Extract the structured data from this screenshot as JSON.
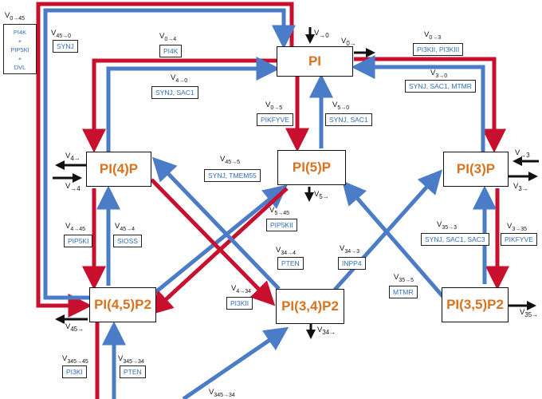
{
  "colors": {
    "red": "#c8102e",
    "blue": "#4a7cc7",
    "node_text": "#d9731f",
    "enzyme_text": "#2f6fb6"
  },
  "nodes": {
    "pi": "PI",
    "pi4p": "PI(4)P",
    "pi5p": "PI(5)P",
    "pi3p": "PI(3)P",
    "pi45p2": "PI(4,5)P2",
    "pi34p2": "PI(3,4)P2",
    "pi35p2": "PI(3,5)P2"
  },
  "legend": {
    "flux": "V",
    "flux_sub": "0→45",
    "lines": [
      "PI4K",
      "+",
      "PIP5KI",
      "+",
      "DVL"
    ]
  },
  "enzymes": {
    "synj_45_0": "SYNJ",
    "pi4k": "PI4K",
    "pi3kii": "PI3KII, PI3KIII",
    "synj_sac1_4_0": "SYNJ, SAC1",
    "synj_sac1_mtmr": "SYNJ, SAC1, MTMR",
    "pikfyve_0_5": "PIKFYVE",
    "synj_sac1_5_0": "SYNJ, SAC1",
    "synj_tmem55": "SYNJ, TMEM55",
    "pip5ki": "PIP5KI",
    "sioss": "SIOSS",
    "pip5kii": "PIP5KII",
    "pten_34_4": "PTEN",
    "inpp4": "INPP4",
    "pi3kii_4_34": "PI3KII",
    "mtmr": "MTMR",
    "synj_sac1_sac3": "SYNJ, SAC1, SAC3",
    "pikfyve_3_35": "PIKFYVE",
    "pi3ki": "PI3KI",
    "pten_345": "PTEN"
  },
  "fluxes": {
    "v45_0": {
      "v": "V",
      "sub": "45→0"
    },
    "v0_4": {
      "v": "V",
      "sub": "0→4"
    },
    "v0_3": {
      "v": "V",
      "sub": "0→3"
    },
    "v4_0": {
      "v": "V",
      "sub": "4→0"
    },
    "v3_0": {
      "v": "V",
      "sub": "3→0"
    },
    "v0_5": {
      "v": "V",
      "sub": "0→5"
    },
    "v5_0": {
      "v": "V",
      "sub": "5→0"
    },
    "v45_5": {
      "v": "V",
      "sub": "45→5"
    },
    "v4_45": {
      "v": "V",
      "sub": "4→45"
    },
    "v45_4": {
      "v": "V",
      "sub": "45→4"
    },
    "v5_45": {
      "v": "V",
      "sub": "5→45"
    },
    "v34_4": {
      "v": "V",
      "sub": "34→4"
    },
    "v34_3": {
      "v": "V",
      "sub": "34→3"
    },
    "v4_34": {
      "v": "V",
      "sub": "4→34"
    },
    "v35_5": {
      "v": "V",
      "sub": "35→5"
    },
    "v35_3": {
      "v": "V",
      "sub": "35→3"
    },
    "v3_35": {
      "v": "V",
      "sub": "3→35"
    },
    "v345_45": {
      "v": "V",
      "sub": "345→45"
    },
    "v345_34": {
      "v": "V",
      "sub": "345→34"
    }
  },
  "external": {
    "to_0": {
      "v": "V",
      "sub": "→0"
    },
    "out_0": {
      "v": "V",
      "sub": "0→"
    },
    "out_4": {
      "v": "V",
      "sub": "4→"
    },
    "to_4": {
      "v": "V",
      "sub": "→4"
    },
    "out_5": {
      "v": "V",
      "sub": "5→"
    },
    "to_3": {
      "v": "V",
      "sub": "→3"
    },
    "out_3": {
      "v": "V",
      "sub": "3→"
    },
    "out_45": {
      "v": "V",
      "sub": "45→"
    },
    "out_34": {
      "v": "V",
      "sub": "34→"
    },
    "out_35": {
      "v": "V",
      "sub": "35→"
    }
  }
}
